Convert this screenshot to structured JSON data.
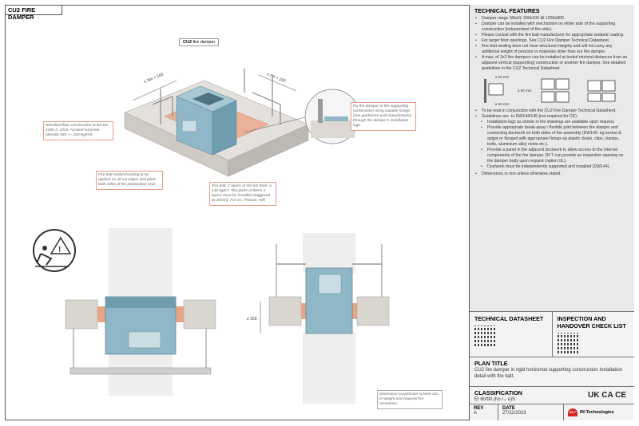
{
  "sheet_title": "CU2 FIRE DAMPER",
  "drawing": {
    "label_cu2": "CU2",
    "label_fire_damper": "fire damper",
    "dim_wn": "≤ Wn + 100",
    "dim_hn": "≤ Hn + 100",
    "dim_150": "≥ 150",
    "note_floor": "Standard floor construction to BS EN 1366-2: 2015. Aerated concrete (density 650 +/- 200 Kg/m³).",
    "note_sealant": "Fire batt sealant/coating to be applied on all cut edges and joints both sides of the penetration seal.",
    "note_firebatt": "Fire batt, 2 layers of 50 mm thick, ≥ 140 kg/m³. The joints of these 2 layers must be installed staggered (≥ 20mm). For ex.: Promat, Hilti",
    "note_fix": "Fix the damper to the supporting construction using suitable fixings (see guidelines wall manufacturer) through the damper's installation lugs.",
    "note_suspension": "Dimension suspension system acc. to weight and required fire resistance."
  },
  "technical_features": {
    "heading": "TECHNICAL FEATURES",
    "items": [
      "Damper range (WxH): 200x100 till 1200x800.",
      "Damper can be installed with mechanism on either side of the supporting construction (independent of fire side).",
      "Please consult with the fire batt manufacturer for appropriate sealant/ coating.",
      "For larger floor openings. See CU2 Fire Damper Technical Datasheet.",
      "Fire batt sealing does not have structural integrity and will not carry any additional weight of persons or materials other than our fire damper.",
      "A max. of 2x2 fire dampers can be installed at tested minimal distances from an adjacent vertical (supporting) construction or another fire damper. See detailed guidelines in the CU2 Technical Datasheet."
    ],
    "diag_23": "≥ 23 mm",
    "diag_50a": "≥ 50 mm",
    "diag_50b": "≥ 50 mm",
    "items2": [
      "To be read in conjunction with the CU2 Fire Damper Technical Datasheet.",
      "Guidelines acc. to DW144/145 (not required for CE):"
    ],
    "sub_items": [
      "Installation lugs as shown in the drawings are available upon request.",
      "Provide appropriate break-away / flexible joint between fire damper and connecting ductwork on both sides of the assembly (DW145: eg socket & spigot or flanged with appropriate fixings eg plastic cleats, clips, clamps, bolts, aluminium alloy rivets etc.).",
      "Provide a panel in the adjacent ductwork to allow access to the internal components of the fire damper. Rf-T can provide an inspection opening on the damper body upon request (option UL).",
      "Ductwork must be independently supported and installed (DW144)."
    ],
    "items3": [
      "Dimensions in mm unless otherwise stated."
    ]
  },
  "technical_datasheet": "TECHNICAL DATASHEET",
  "inspection": "INSPECTION AND HANDOVER CHECK LIST",
  "plan_title": {
    "heading": "PLAN TITLE",
    "text": "CU2 fire damper in rigid horizontal supporting construction Installation detail with fire batt."
  },
  "classification": {
    "heading": "CLASSIFICATION",
    "value": "EI 60/90 (ho i↔o)S",
    "marks": "UK CA CE"
  },
  "rev": {
    "label": "REV",
    "value": "A"
  },
  "date": {
    "label": "DATE",
    "value": "27/11/2023"
  },
  "company": {
    "mark": "Rf-T",
    "name": "Rf-Technologies"
  },
  "colors": {
    "damper": "#8fb7c7",
    "damper_dark": "#5f8a9c",
    "firebatt": "#e8a487",
    "concrete": "#d9d6d0",
    "steel": "#a0a0a0"
  }
}
